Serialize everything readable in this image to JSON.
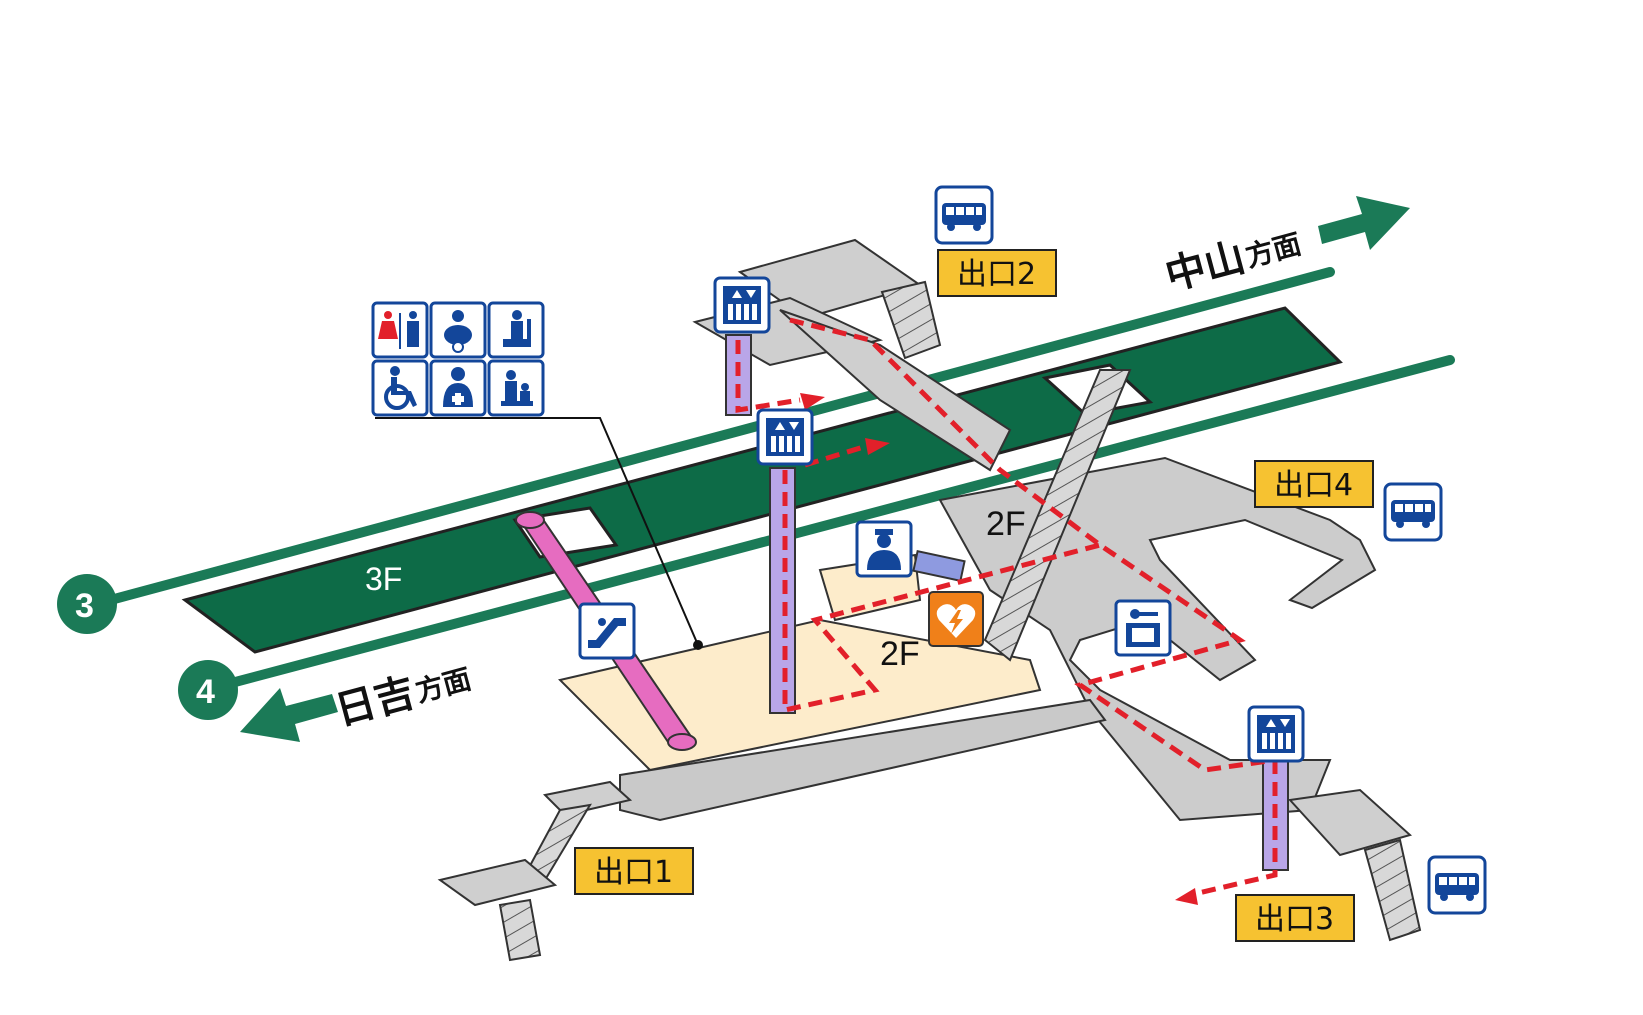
{
  "map": {
    "floors": {
      "upper": "3F",
      "middle_left": "2F",
      "middle_right": "2F"
    },
    "lines": [
      {
        "number": "3",
        "direction_main": "中山",
        "direction_suffix": "方面"
      },
      {
        "number": "4",
        "direction_main": "日吉",
        "direction_suffix": "方面"
      }
    ],
    "exits": [
      "出口1",
      "出口2",
      "出口3",
      "出口4"
    ],
    "colors": {
      "line_green": "#1b7a57",
      "platform_green": "#0d6b47",
      "accent_red": "#e2202a",
      "exit_label_bg": "#f6c231",
      "icon_blue": "#13469a",
      "concourse_cream": "#fdeccb",
      "corridor_gray": "#c9c9c9",
      "escalator_pink": "#e66cc0",
      "aed_orange": "#f08019"
    },
    "facility_icons": [
      "restroom-icon",
      "baby-care-icon",
      "accessible-toilet-icon",
      "wheelchair-icon",
      "first-aid-icon",
      "nursing-room-icon"
    ],
    "other_icons": [
      "elevator-icon",
      "escalator-icon",
      "station-staff-icon",
      "aed-icon",
      "coin-locker-icon",
      "bus-icon"
    ]
  }
}
